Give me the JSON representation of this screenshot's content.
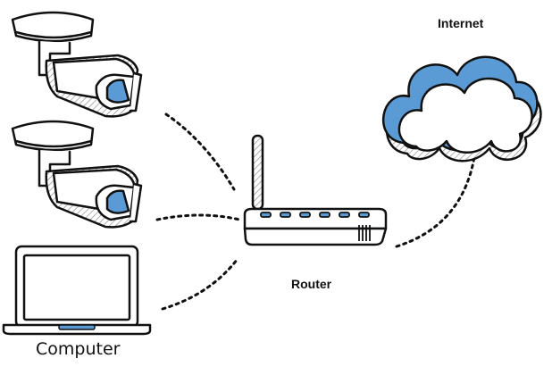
{
  "labels": {
    "internet": "Internet",
    "router": "Router",
    "computer": "Computer"
  },
  "colors": {
    "stroke": "#111111",
    "accent": "#5b9bd5",
    "fill": "#ffffff",
    "hatch": "#9a9a9a"
  },
  "icons": [
    "security-camera-icon",
    "security-camera-icon",
    "laptop-icon",
    "wifi-router-icon",
    "cloud-icon"
  ],
  "connections": [
    {
      "from": "camera-1",
      "to": "router"
    },
    {
      "from": "camera-2",
      "to": "router"
    },
    {
      "from": "computer",
      "to": "router"
    },
    {
      "from": "router",
      "to": "internet"
    }
  ]
}
